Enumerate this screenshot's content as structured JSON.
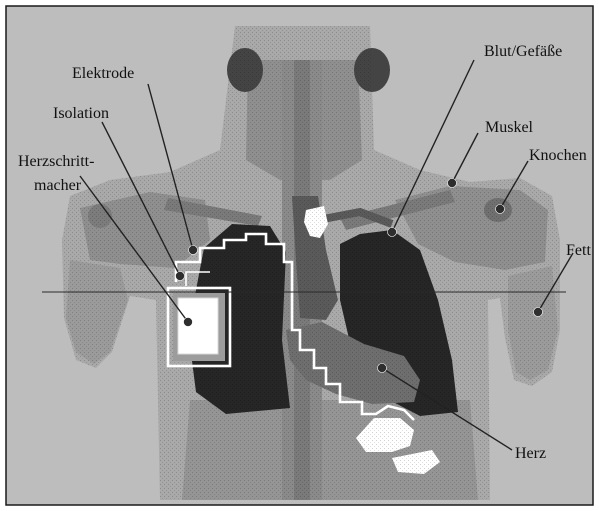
{
  "figure": {
    "labels": {
      "elektrode": "Elektrode",
      "isolation": "Isolation",
      "herzschrittmacher_line1": "Herzschritt-",
      "herzschrittmacher_line2": "macher",
      "blut_gefaesse": "Blut/Gefäße",
      "muskel": "Muskel",
      "knochen": "Knochen",
      "fett": "Fett",
      "herz": "Herz"
    },
    "colors": {
      "background": "#bdbdbd",
      "fat": "#a9a9a9",
      "muscle": "#8f8f8f",
      "bone": "#7a7a7a",
      "lung": "#262626",
      "heart": "#6e6e6e",
      "blood": "#5a5a5a",
      "outline": "#ffffff"
    }
  }
}
